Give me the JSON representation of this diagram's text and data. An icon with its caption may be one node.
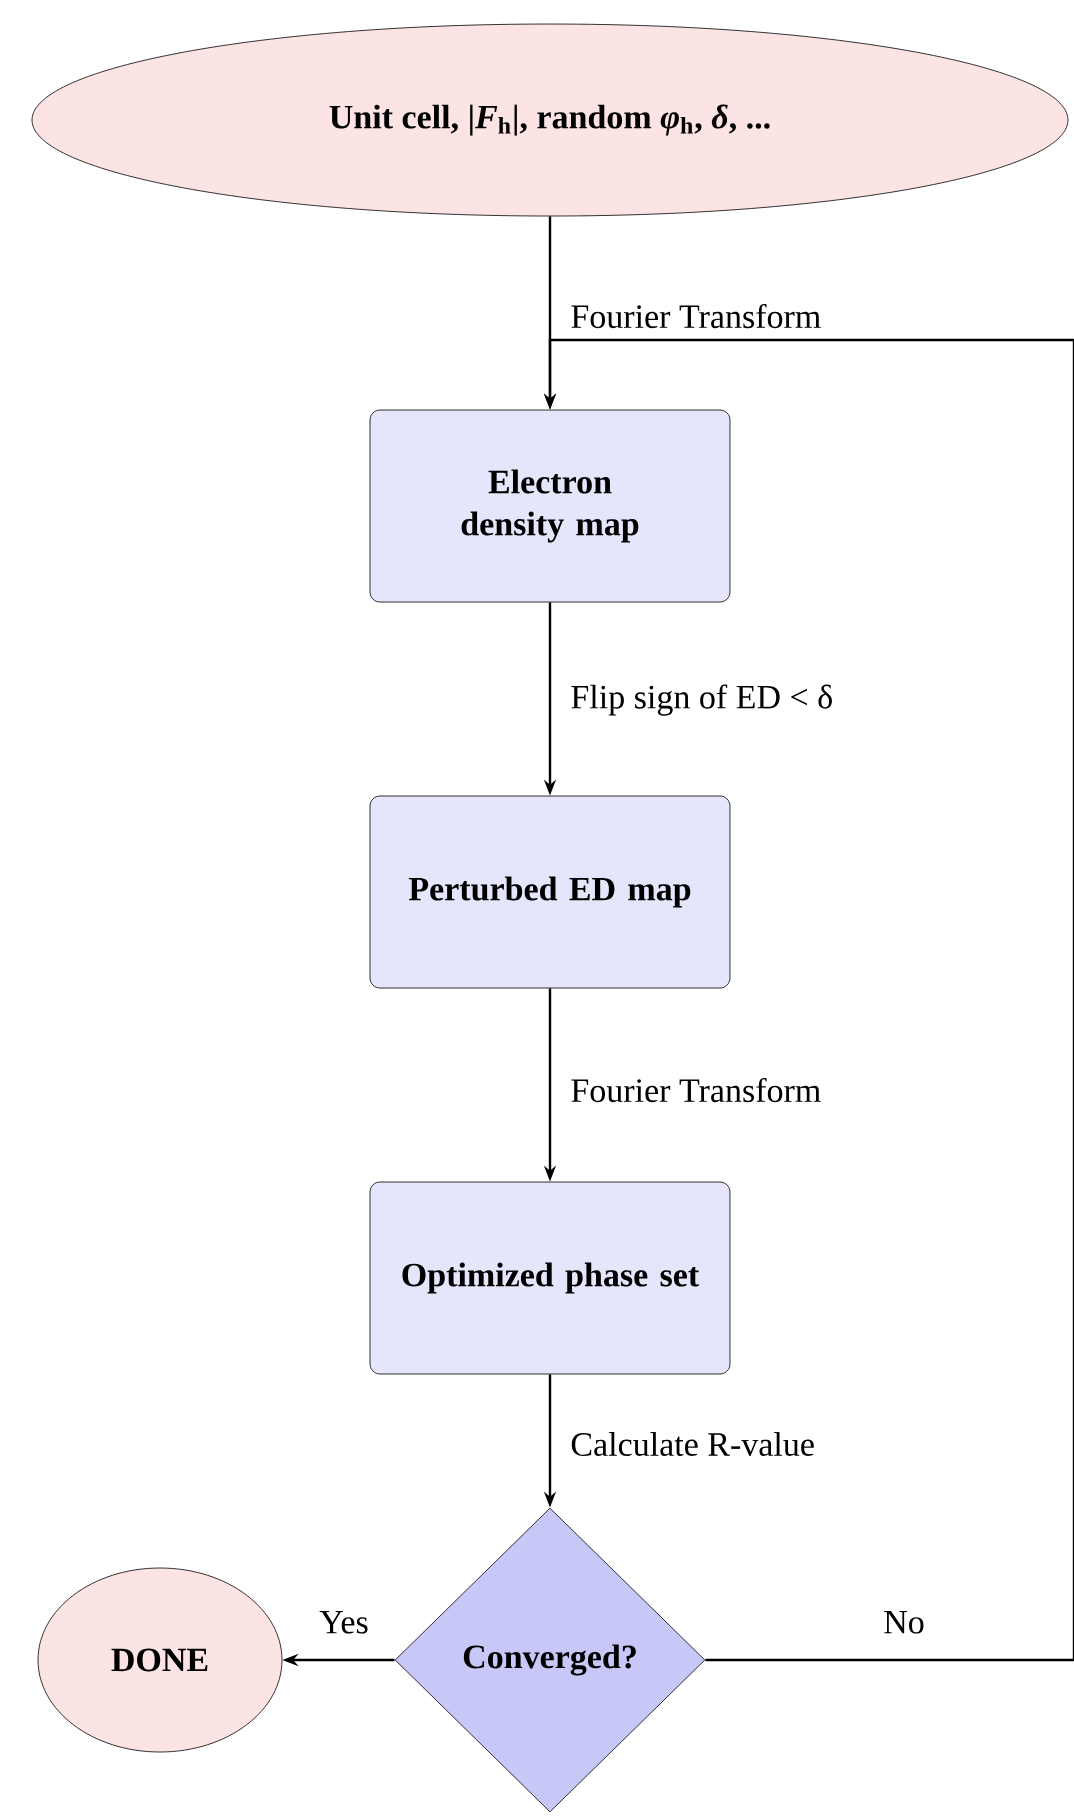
{
  "diagram": {
    "nodes": [
      {
        "text": [
          "Unit cell, |*F*$_{h}$|, random *φ*$_{h}$, *δ*, ..."
        ]
      },
      {
        "text": [
          "Electron density map"
        ]
      },
      {
        "text": [
          "Perturbed ED map"
        ]
      },
      {
        "text": [
          "Optimized phase set"
        ]
      },
      {
        "text": [
          "Converged?"
        ]
      },
      {
        "text": [
          "DONE"
        ]
      }
    ],
    "edges": [
      {
        "from": 0,
        "to": 1,
        "arrow": "to",
        "label": "Fourier Transform"
      },
      {
        "from": 1,
        "to": 2,
        "arrow": "to",
        "label": "Flip sign of ED < δ"
      },
      {
        "from": 2,
        "to": 3,
        "arrow": "to",
        "label": "Fourier Transform"
      },
      {
        "from": 3,
        "to": 4,
        "arrow": "to",
        "label": "Calculate R-value"
      },
      {
        "from": 4,
        "to": 5,
        "arrow": "to",
        "label": "Yes"
      },
      {
        "from": 4,
        "to": 1,
        "arrow": "to",
        "label": "No"
      }
    ]
  }
}
